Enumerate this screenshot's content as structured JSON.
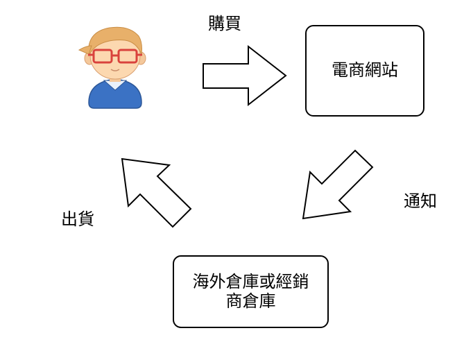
{
  "diagram": {
    "nodes": {
      "ecommerce": {
        "label": "電商網站"
      },
      "warehouse": {
        "line1": "海外倉庫或經銷",
        "line2": "商倉庫"
      }
    },
    "edges": {
      "buy": {
        "label": "購買"
      },
      "notify": {
        "label": "通知"
      },
      "ship": {
        "label": "出貨"
      }
    },
    "icons": {
      "customer": "person-with-glasses-icon"
    },
    "colors": {
      "stroke": "#000000",
      "fill": "#ffffff",
      "hair": "#e8b06a",
      "skin": "#fcd8b0",
      "glasses": "#d9423c",
      "shirt": "#3b72c4"
    }
  }
}
